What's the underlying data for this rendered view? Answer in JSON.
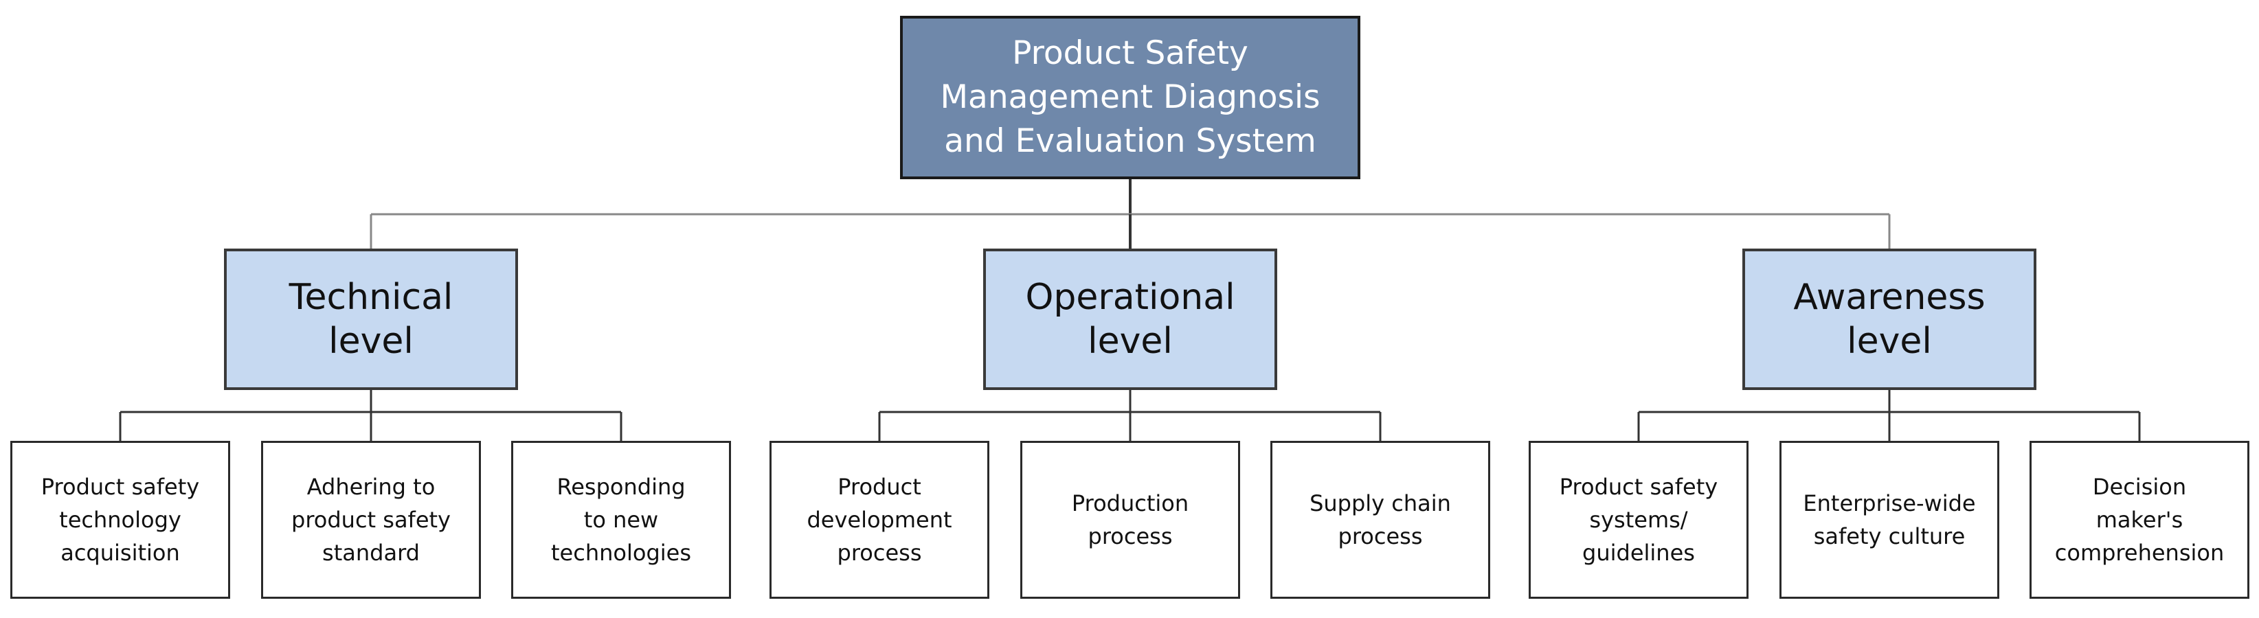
{
  "diagram": {
    "root": {
      "label": "Product Safety\nManagement Diagnosis\nand Evaluation System"
    },
    "categories": [
      {
        "label": "Technical\nlevel",
        "children": [
          "Product safety\ntechnology\nacquisition",
          "Adhering to\nproduct safety\nstandard",
          "Responding\nto new\ntechnologies"
        ]
      },
      {
        "label": "Operational\nlevel",
        "children": [
          "Product\ndevelopment\nprocess",
          "Production\nprocess",
          "Supply chain\nprocess"
        ]
      },
      {
        "label": "Awareness\nlevel",
        "children": [
          "Product safety\nsystems/\nguidelines",
          "Enterprise-wide\nsafety culture",
          "Decision\nmaker's\ncomprehension"
        ]
      }
    ],
    "colors": {
      "root_fill": "#6f88aa",
      "category_fill": "#c6d9f1",
      "leaf_fill": "#ffffff",
      "line": "#333333"
    }
  }
}
